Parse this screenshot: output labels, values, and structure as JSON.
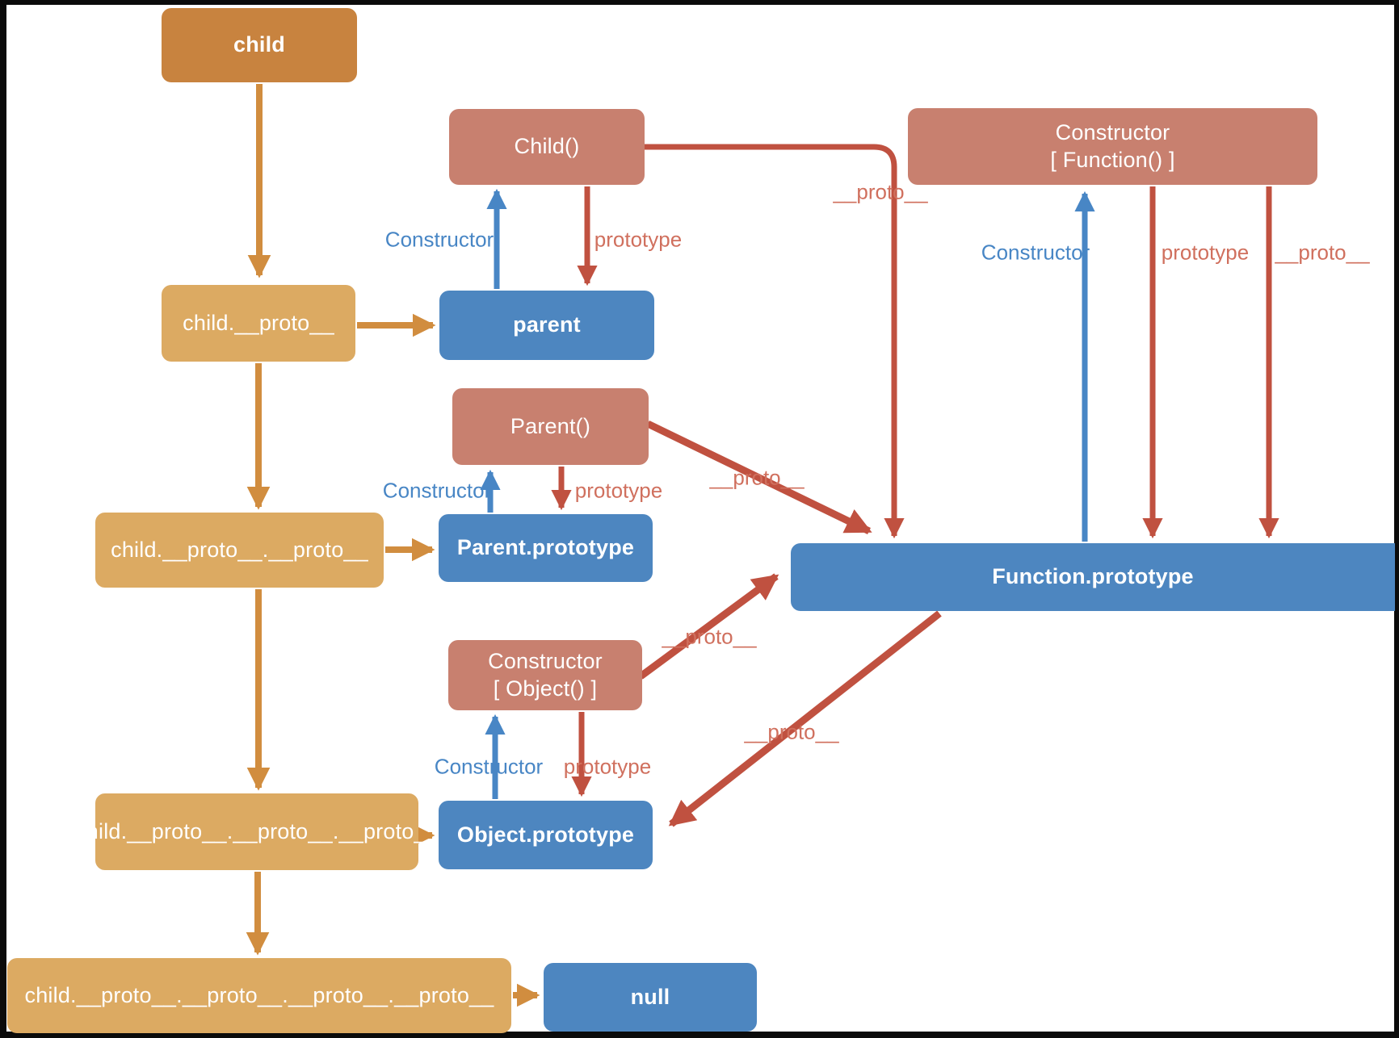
{
  "diagram_type": "javascript-prototype-chain",
  "colors": {
    "instance_box": "#c8833f",
    "proto_chain_box": "#dcaa62",
    "constructor_box": "#c8806f",
    "prototype_box": "#4d86c0",
    "chain_arrow": "#d18d3f",
    "proto_arrow": "#c05140",
    "constructor_arrow": "#4886c5",
    "proto_label_text": "#d0705e",
    "constructor_label_text": "#4886c5",
    "background": "#ffffff",
    "frame": "#0b0b0b"
  },
  "nodes": {
    "child": "child",
    "child_fn": "Child()",
    "constructor_function_line1": "Constructor",
    "constructor_function_line2": "[ Function() ]",
    "child_proto1": "child.__proto__",
    "parent": "parent",
    "parent_fn": "Parent()",
    "child_proto2": "child.__proto__.__proto__",
    "parent_prototype": "Parent.prototype",
    "function_prototype": "Function.prototype",
    "constructor_object_line1": "Constructor",
    "constructor_object_line2": "[ Object() ]",
    "child_proto3": "child.__proto__.__proto__.__proto__",
    "object_prototype": "Object.prototype",
    "child_proto4": "child.__proto__.__proto__.__proto__.__proto__",
    "null_value": "null"
  },
  "edge_labels": {
    "constructor": "Constructor",
    "prototype": "prototype",
    "proto": "__proto__"
  }
}
